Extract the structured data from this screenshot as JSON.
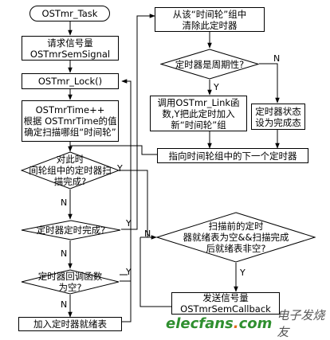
{
  "nodes": {
    "start": "OSTmr_Task",
    "request_signal": "请求信号量\nOSTmrSemSignal",
    "lock": "OSTmr_Lock()",
    "time_inc": "OSTmrTime++\n根据 OSTmrTime的值\n确定扫描哪组“时间轮”",
    "scan_done": "对此时\n间轮组中的定时器扫\n描完成?",
    "timer_done": "定时器定时完成?",
    "callback_null": "定时器回调函数\n为空?",
    "add_ready": "加入定时器就绪表",
    "remove": "从该“时间轮”组中\n清除此定时器",
    "periodic": "定时器是周期性?",
    "link": "调用OSTmr_Link函\n数,Y把此定时加入\n新“时间轮”组",
    "set_complete": "定时器状态\n设为完成态",
    "next_timer": "指向时间轮组中的下一个定时器",
    "ready_check": "扫描前的定时\n器就绪表为空&&扫描完成\n后就绪表非空?",
    "send_signal": "发送信号量\nOSTmrSemCallback"
  },
  "labels": {
    "y": "Y",
    "n": "N"
  },
  "watermark": {
    "logo_main": "elecfans",
    "logo_dot": ".",
    "logo_tld": "com",
    "chinese": "电子发烧友"
  }
}
